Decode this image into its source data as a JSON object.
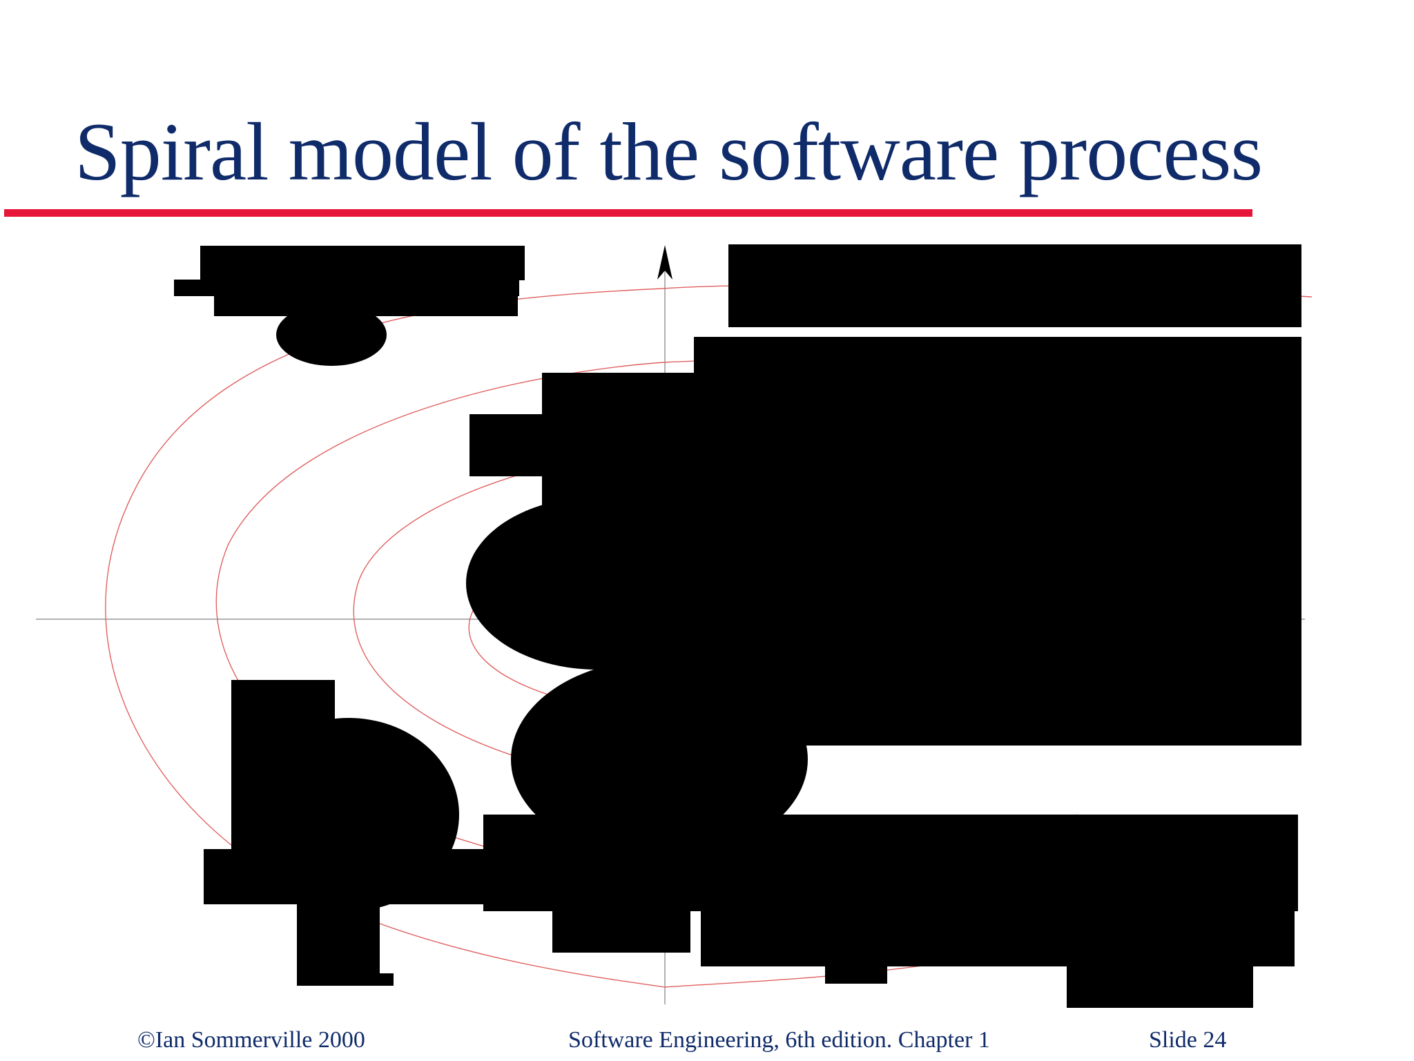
{
  "slide": {
    "title": "Spiral model of the software process",
    "footer": {
      "copyright": "©Ian Sommerville 2000",
      "book": "Software Engineering, 6th edition. Chapter 1",
      "slide_number": "Slide  24"
    }
  },
  "colors": {
    "title": "#0f2b6a",
    "rule": "#e8153a",
    "spiral": "#e06060",
    "axis": "#999999",
    "overlay": "#000000"
  }
}
